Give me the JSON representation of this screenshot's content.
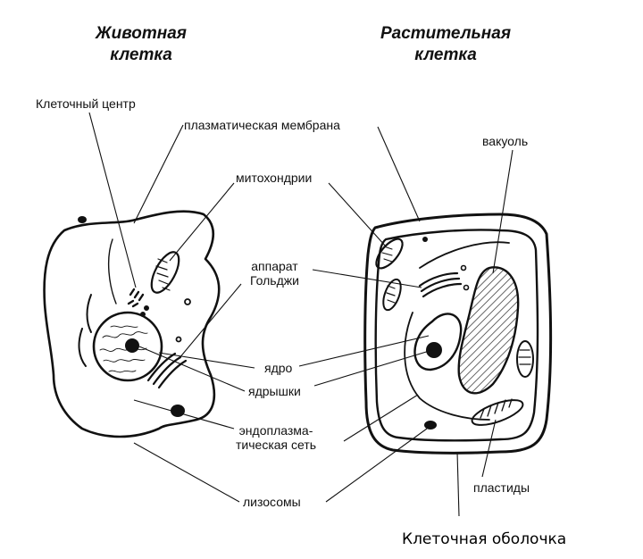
{
  "titles": {
    "animal": [
      "Животная",
      "клетка"
    ],
    "plant": [
      "Растительная",
      "клетка"
    ]
  },
  "labels": {
    "cell_center": "Клеточный центр",
    "plasma_membrane": "плазматическая мембрана",
    "vacuole": "вакуоль",
    "mitochondria": "митохондрии",
    "golgi": [
      "аппарат",
      "Гольджи"
    ],
    "nucleus": "ядро",
    "nucleoli": "ядрышки",
    "er": [
      "эндоплазма-",
      "тическая сеть"
    ],
    "plastids": "пластиды",
    "lysosomes": "лизосомы",
    "cell_wall": "Клеточная оболочка"
  }
}
